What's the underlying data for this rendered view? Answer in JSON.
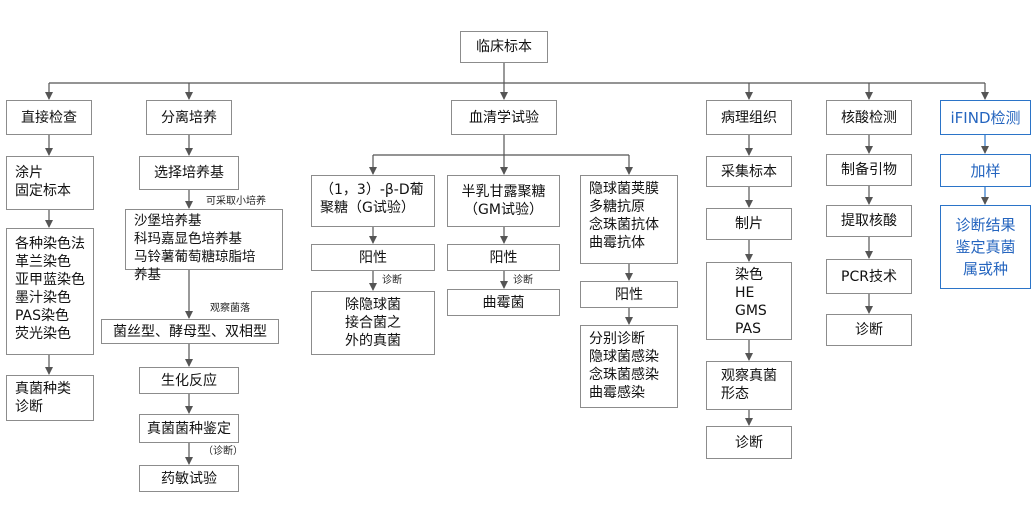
{
  "root": "临床标本",
  "categories": [
    "直接检查",
    "分离培养",
    "血清学试验",
    "病理组织",
    "核酸检测",
    "iFIND检测"
  ],
  "direct": {
    "step1": "涂片\n固定标本",
    "stains": "各种染色法\n革兰染色\n亚甲蓝染色\n墨汁染色\nPAS染色\n荧光染色",
    "result": "真菌种类\n诊断"
  },
  "culture": {
    "select": "选择培养基",
    "note_small": "可采取小培养",
    "media": "沙堡培养基\n科玛嘉显色培养基\n马铃薯葡萄糖琼脂培\n养基",
    "note_observe": "观察菌落",
    "types": "菌丝型、酵母型、双相型",
    "biochem": "生化反应",
    "identify": "真菌菌种鉴定",
    "note_diag": "（诊断）",
    "drug": "药敏试验"
  },
  "serology": {
    "test1": "（1，3）-β-D葡\n聚糖（G试验）",
    "test2": "半乳甘露聚糖\n（GM试验）",
    "test3": "隐球菌荚膜\n多糖抗原\n念珠菌抗体\n曲霉抗体",
    "pos": "阳性",
    "note_diag": "诊断",
    "dx1": "除隐球菌\n接合菌之\n外的真菌",
    "dx2": "曲霉菌",
    "dx3": "分别诊断\n隐球菌感染\n念珠菌感染\n曲霉感染"
  },
  "pathology": {
    "s1": "采集标本",
    "s2": "制片",
    "s3": "染色\nHE\nGMS\nPAS",
    "s4": "观察真菌\n形态",
    "s5": "诊断"
  },
  "nucleic": {
    "s1": "制备引物",
    "s2": "提取核酸",
    "s3": "PCR技术",
    "s4": "诊断"
  },
  "ifind": {
    "s1": "加样",
    "s2": "诊断结果\n鉴定真菌\n属或种"
  },
  "colors": {
    "border": "#8c8c8c",
    "line": "#555555",
    "accent": "#2565bf"
  }
}
